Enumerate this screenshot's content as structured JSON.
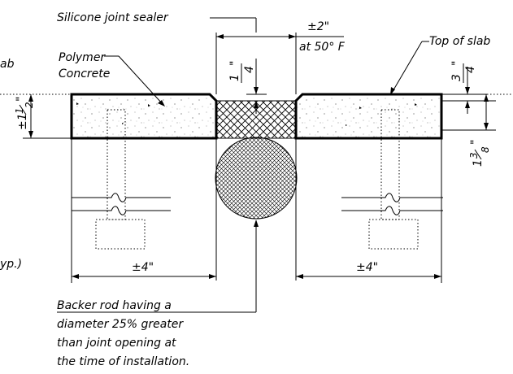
{
  "labels": {
    "silicone": "Silicone joint sealer",
    "polymer_line1": "Polymer",
    "polymer_line2": "Concrete",
    "top_of_slab": "Top of slab",
    "left_edge_partial": "ab",
    "typ_partial": "yp.)",
    "backer_line1": "Backer rod having a",
    "backer_line2": "diameter 25% greater",
    "backer_line3": "than joint opening at",
    "backer_line4": "the time of installation."
  },
  "dimensions": {
    "joint_width_line1": "±2\"",
    "joint_width_line2": "at 50° F",
    "sealer_depth_num": "1",
    "sealer_depth_den": "4",
    "sealer_depth_unit": "\"",
    "slab_depth_prefix": "±1",
    "slab_depth_num": "1",
    "slab_depth_den": "2",
    "slab_depth_unit": "\"",
    "right_top_num": "3",
    "right_top_den": "4",
    "right_top_unit": "\"",
    "right_bottom_prefix": "1",
    "right_bottom_num": "3",
    "right_bottom_den": "8",
    "right_bottom_unit": "\"",
    "left_width": "±4\"",
    "right_width": "±4\""
  }
}
